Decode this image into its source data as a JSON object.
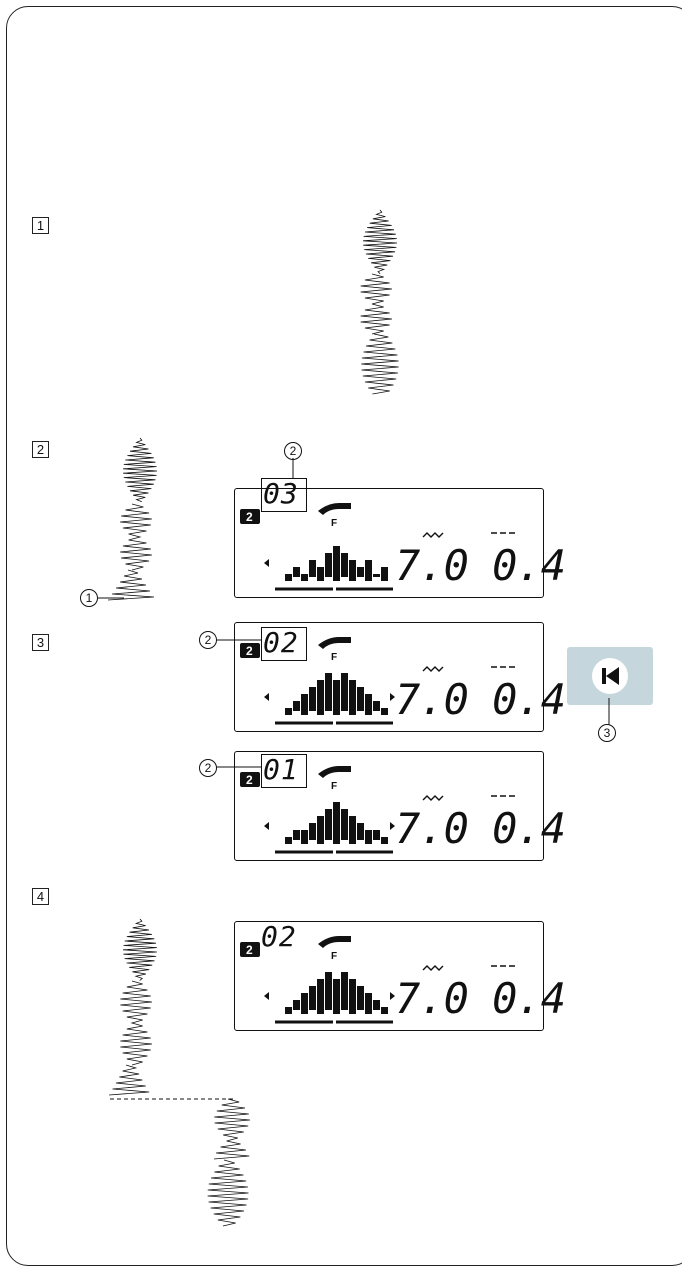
{
  "steps": [
    "1",
    "2",
    "3",
    "4"
  ],
  "callouts": {
    "one": "1",
    "two": "2",
    "three": "3"
  },
  "displays": [
    {
      "pattern_number": "03",
      "width": "7.0",
      "length": "0.4"
    },
    {
      "pattern_number": "02",
      "width": "7.0",
      "length": "0.4"
    },
    {
      "pattern_number": "01",
      "width": "7.0",
      "length": "0.4"
    },
    {
      "pattern_number": "02",
      "width": "7.0",
      "length": "0.4"
    }
  ],
  "icons": {
    "lcd_mode": "number-2-mode-icon",
    "foot": "presser-foot-F-icon",
    "foot_letter": "F",
    "mode_digit": "2",
    "width_symbol": "zigzag-width-icon",
    "length_symbol": "stitch-length-icon",
    "button": "back-to-start-button-icon"
  },
  "colors": {
    "button_bg": "#c5d6dc",
    "ink": "#111111"
  }
}
